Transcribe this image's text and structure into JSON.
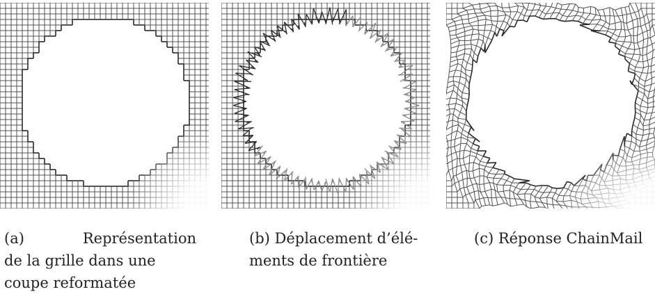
{
  "figure": {
    "panels": [
      {
        "id": "a",
        "caption_lines": [
          "(a)",
          "Représentation",
          "de la grille dans une",
          "coupe reformatée"
        ],
        "rendering": "uniform-grid-circular-hole"
      },
      {
        "id": "b",
        "caption_lines": [
          "(b) Déplacement d’élé-",
          "ments de frontière"
        ],
        "rendering": "grid-with-displaced-boundary-elements"
      },
      {
        "id": "c",
        "caption_lines": [
          "(c) Réponse ChainMail"
        ],
        "rendering": "deformed-grid-chainmail-response"
      }
    ],
    "colors": {
      "grid_dark": "#3a3a3a",
      "grid_light": "#cfcfcf",
      "boundary_dark": "#2a2a2a",
      "boundary_gray": "#8a8a8a"
    }
  }
}
